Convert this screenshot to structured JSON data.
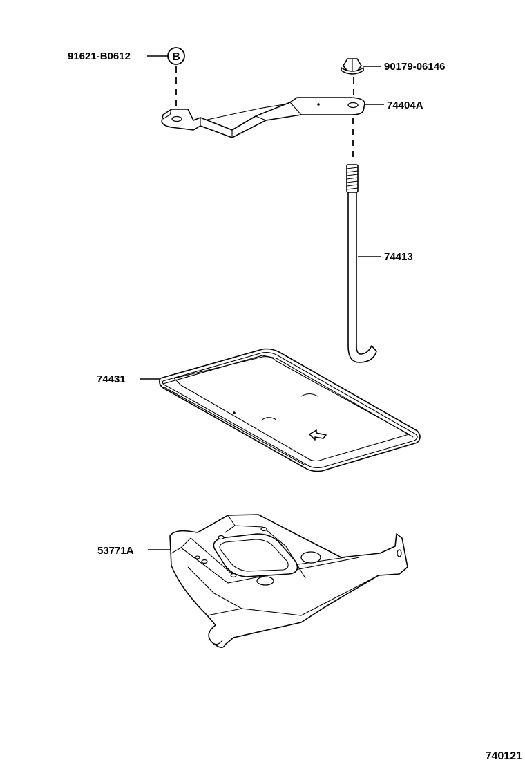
{
  "parts": {
    "clip_b": {
      "number": "91621-B0612",
      "symbol": "B"
    },
    "nut": {
      "number": "90179-06146"
    },
    "clamp": {
      "number": "74404A"
    },
    "rod": {
      "number": "74413"
    },
    "tray": {
      "number": "74431"
    },
    "carrier": {
      "number": "53771A"
    }
  },
  "figure_id": "740121"
}
